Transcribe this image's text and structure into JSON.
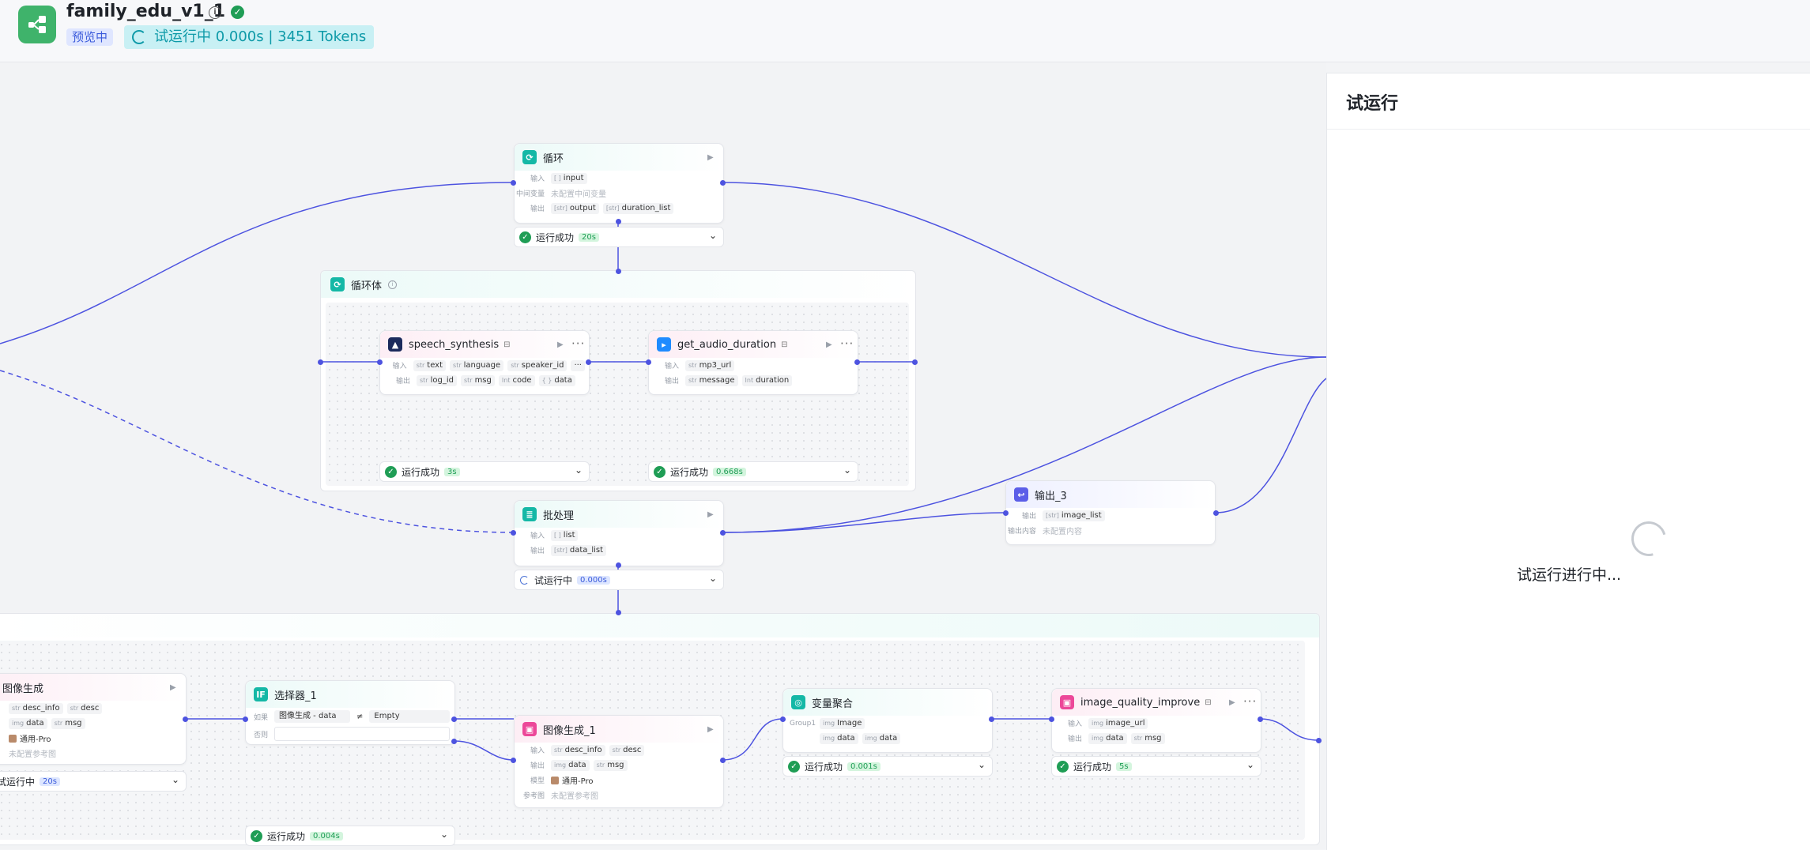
{
  "header": {
    "app_title": "family_edu_v1_1",
    "preview_badge": "预览中",
    "run_status": "试运行中 0.000s | 3451 Tokens"
  },
  "colors": {
    "accent": "#4d53e0",
    "success": "#1f9d55",
    "brand": "#3fb36b"
  },
  "nodes": {
    "loop": {
      "title": "循环",
      "in_label": "输入",
      "in_var": "input",
      "mid_label": "中间变量",
      "mid_value": "未配置中间变量",
      "out_label": "输出",
      "out_var1": "output",
      "out_var2": "duration_list",
      "status": "运行成功",
      "time": "20s"
    },
    "loop_body": {
      "title": "循环体"
    },
    "speech": {
      "title": "speech_synthesis",
      "in_label": "输入",
      "in1": "text",
      "in2": "language",
      "in3": "speaker_id",
      "out_label": "输出",
      "out1": "log_id",
      "out2": "msg",
      "out3": "code",
      "out4": "data",
      "status": "运行成功",
      "time": "3s"
    },
    "audio": {
      "title": "get_audio_duration",
      "in_label": "输入",
      "in1": "mp3_url",
      "out_label": "输出",
      "out1": "message",
      "out2": "duration",
      "status": "运行成功",
      "time": "0.668s"
    },
    "batch": {
      "title": "批处理",
      "in_label": "输入",
      "in1": "list",
      "out_label": "输出",
      "out1": "data_list",
      "status": "试运行中",
      "time": "0.000s"
    },
    "output3": {
      "title": "输出_3",
      "out_label": "输出",
      "out1": "image_list",
      "content_label": "输出内容",
      "content_value": "未配置内容"
    },
    "img_gen": {
      "title": "图像生成",
      "in1": "desc_info",
      "in2": "desc",
      "out1": "data",
      "out2": "msg",
      "model": "通用-Pro",
      "ref_value": "未配置参考图",
      "status": "试运行中",
      "time": "20s"
    },
    "selector": {
      "title": "选择器_1",
      "if_label": "如果",
      "cond_left": "图像生成 - data",
      "cond_op": "≠",
      "cond_right": "Empty",
      "else_label": "否则",
      "status": "运行成功",
      "time": "0.004s"
    },
    "img_gen1": {
      "title": "图像生成_1",
      "in_label": "输入",
      "in1": "desc_info",
      "in2": "desc",
      "out_label": "输出",
      "out1": "data",
      "out2": "msg",
      "model_label": "模型",
      "model": "通用-Pro",
      "ref_label": "参考图",
      "ref_value": "未配置参考图"
    },
    "var_agg": {
      "title": "变量聚合",
      "group_label": "Group1",
      "item1": "Image",
      "item2a": "data",
      "item2b": "data",
      "status": "运行成功",
      "time": "0.001s"
    },
    "img_quality": {
      "title": "image_quality_improve",
      "in_label": "输入",
      "in1": "image_url",
      "out_label": "输出",
      "out1": "data",
      "out2": "msg",
      "status": "运行成功",
      "time": "5s"
    }
  },
  "panel": {
    "title": "试运行",
    "loading": "试运行进行中..."
  }
}
